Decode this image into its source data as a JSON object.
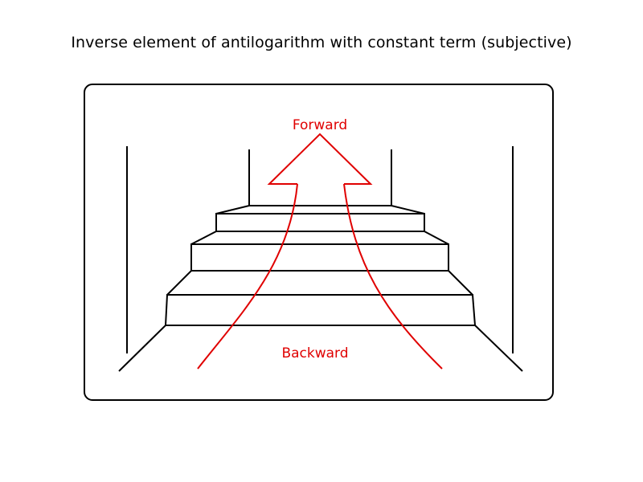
{
  "title": "Inverse element of antilogarithm with constant term (subjective)",
  "labels": {
    "forward": "Forward",
    "backward": "Backward"
  },
  "colors": {
    "line": "#000000",
    "arrow": "#e00000",
    "background": "#ffffff"
  }
}
